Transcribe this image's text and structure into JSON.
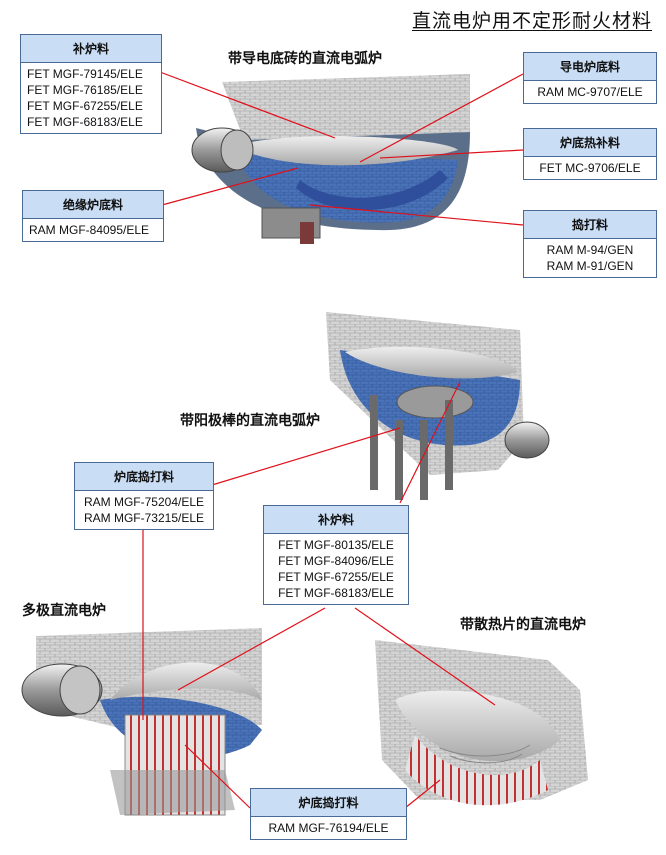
{
  "title": "直流电炉用不定形耐火材料",
  "furnaces": {
    "f1": "带导电底砖的直流电弧炉",
    "f2": "带阳极棒的直流电弧炉",
    "f3": "多极直流电炉",
    "f4": "带散热片的直流电炉"
  },
  "boxes": {
    "b1": {
      "title": "补炉料",
      "items": [
        "FET MGF-79145/ELE",
        "FET MGF-76185/ELE",
        "FET MGF-67255/ELE",
        "FET MGF-68183/ELE"
      ]
    },
    "b2": {
      "title": "导电炉底料",
      "items": [
        "RAM MC-9707/ELE"
      ]
    },
    "b3": {
      "title": "炉底热补料",
      "items": [
        "FET MC-9706/ELE"
      ]
    },
    "b4": {
      "title": "绝缘炉底料",
      "items": [
        "RAM MGF-84095/ELE"
      ]
    },
    "b5": {
      "title": "捣打料",
      "items": [
        "RAM M-94/GEN",
        "RAM M-91/GEN"
      ]
    },
    "b6": {
      "title": "炉底捣打料",
      "items": [
        "RAM MGF-75204/ELE",
        "RAM MGF-73215/ELE"
      ]
    },
    "b7": {
      "title": "补炉料",
      "items": [
        "FET MGF-80135/ELE",
        "FET MGF-84096/ELE",
        "FET MGF-67255/ELE",
        "FET MGF-68183/ELE"
      ]
    },
    "b8": {
      "title": "炉底捣打料",
      "items": [
        "RAM MGF-76194/ELE"
      ]
    }
  },
  "colors": {
    "leader": "#e0101a",
    "box_header": "#c9ddf5",
    "box_border": "#4a6a96",
    "brick_blue": "#3a5fa8",
    "wall_gray": "#c8c8c8"
  }
}
